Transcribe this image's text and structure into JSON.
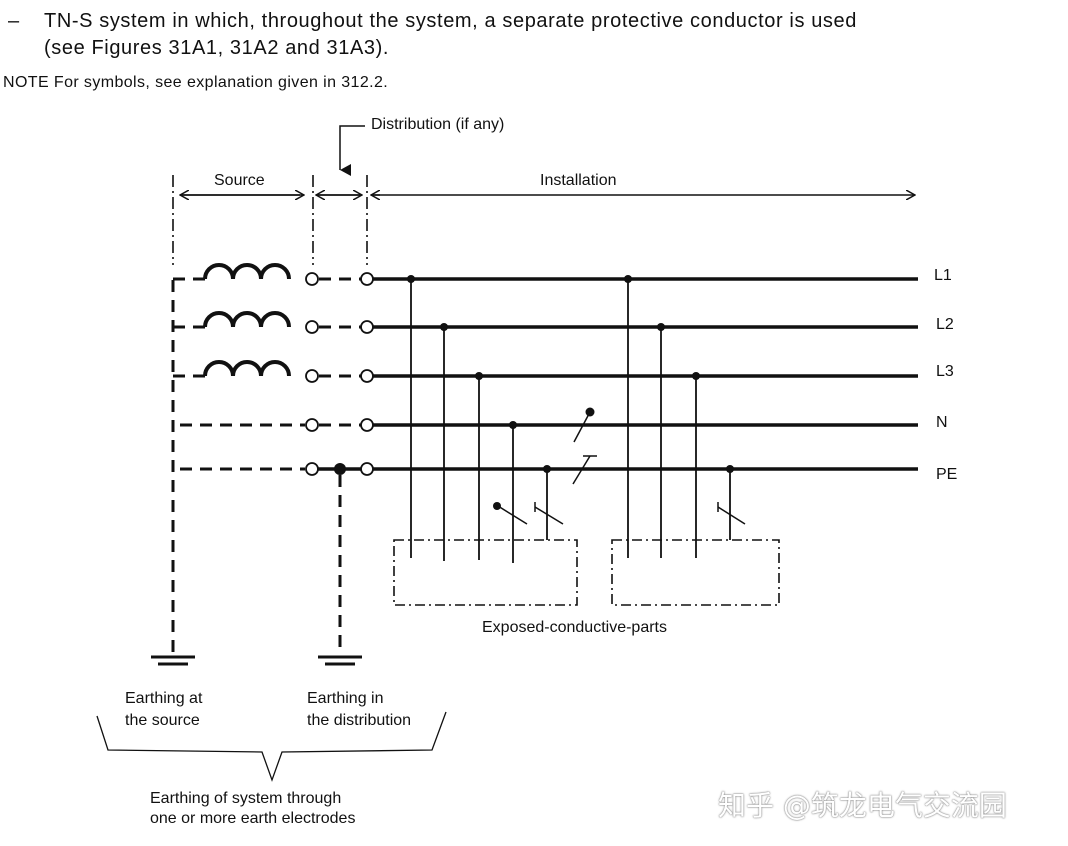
{
  "text": {
    "dash": "–",
    "line1": "TN-S system in which, throughout the system, a separate protective conductor is used",
    "line2": "(see Figures 31A1, 31A2 and 31A3).",
    "note": "NOTE  For symbols, see explanation given in 312.2."
  },
  "diagram": {
    "distribution": "Distribution (if any)",
    "source": "Source",
    "installation": "Installation",
    "conductors": [
      "L1",
      "L2",
      "L3",
      "N",
      "PE"
    ],
    "exposed": "Exposed-conductive-parts",
    "earth_source_1": "Earthing at",
    "earth_source_2": "the source",
    "earth_dist_1": "Earthing in",
    "earth_dist_2": "the distribution",
    "earth_system_1": "Earthing of system through",
    "earth_system_2": "one or more earth electrodes"
  },
  "watermark": "知乎 @筑龙电气交流园"
}
